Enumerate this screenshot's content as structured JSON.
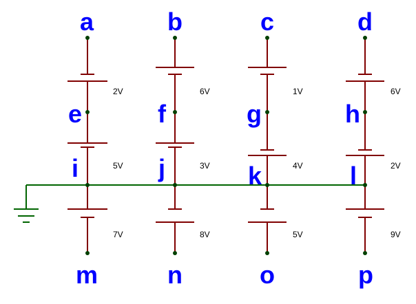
{
  "colors": {
    "wire": "#800000",
    "ground_wire": "#006400",
    "node_dot": "#004000",
    "label": "#0000ff",
    "voltage_text": "#000000"
  },
  "node_labels": {
    "a": "a",
    "b": "b",
    "c": "c",
    "d": "d",
    "e": "e",
    "f": "f",
    "g": "g",
    "h": "h",
    "i": "i",
    "j": "j",
    "k": "k",
    "l": "l",
    "m": "m",
    "n": "n",
    "o": "o",
    "p": "p"
  },
  "voltages": {
    "ae": "2V",
    "bf": "6V",
    "cg": "1V",
    "dh": "6V",
    "ei": "5V",
    "fj": "3V",
    "gk": "4V",
    "hl": "2V",
    "im": "7V",
    "jn": "8V",
    "ko": "5V",
    "lp": "9V"
  }
}
